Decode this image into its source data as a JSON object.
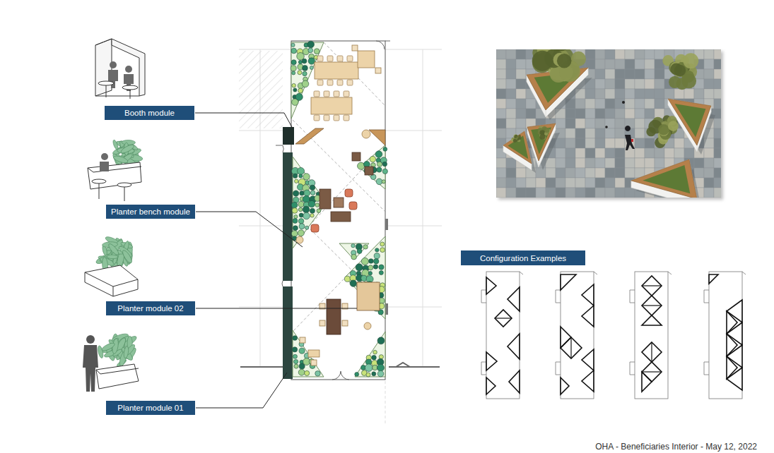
{
  "diagram": {
    "caption": "OHA - Beneficiaries Interior - May 12, 2022",
    "nodes": [
      {
        "text": [
          "Booth module"
        ]
      },
      {
        "text": [
          "Planter bench module"
        ]
      },
      {
        "text": [
          "Planter module 02"
        ]
      },
      {
        "text": [
          "Planter module 01"
        ]
      },
      {
        "text": [
          "Configuration Examples"
        ]
      }
    ]
  }
}
